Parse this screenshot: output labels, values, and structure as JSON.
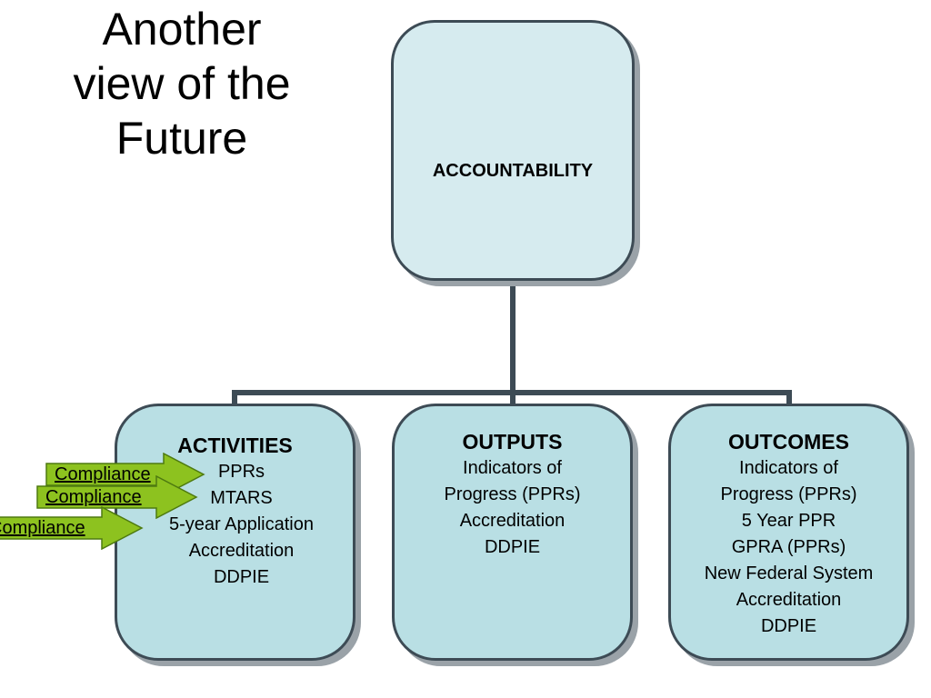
{
  "title": {
    "lines": [
      "Another",
      "view of the",
      "Future"
    ]
  },
  "root": {
    "label": "ACCOUNTABILITY"
  },
  "children": [
    {
      "heading": "ACTIVITIES",
      "items": [
        "PPRs",
        "MTARS",
        "5-year Application",
        "Accreditation",
        "DDPIE"
      ]
    },
    {
      "heading": "OUTPUTS",
      "items": [
        "Indicators of",
        "Progress (PPRs)",
        "Accreditation",
        "DDPIE"
      ]
    },
    {
      "heading": "OUTCOMES",
      "items": [
        "Indicators of",
        "Progress (PPRs)",
        "5 Year PPR",
        "GPRA (PPRs)",
        "New Federal System",
        "Accreditation",
        "DDPIE"
      ]
    }
  ],
  "arrows": [
    {
      "label": "Compliance"
    },
    {
      "label": "Compliance"
    },
    {
      "label": "Compliance"
    }
  ],
  "colors": {
    "box_top_fill": "#d6ebef",
    "box_child_fill": "#b9dfe4",
    "box_border": "#3d4b55",
    "connector": "#3d4b55",
    "arrow_fill": "#8dc21f",
    "arrow_border": "#4e7a10"
  }
}
